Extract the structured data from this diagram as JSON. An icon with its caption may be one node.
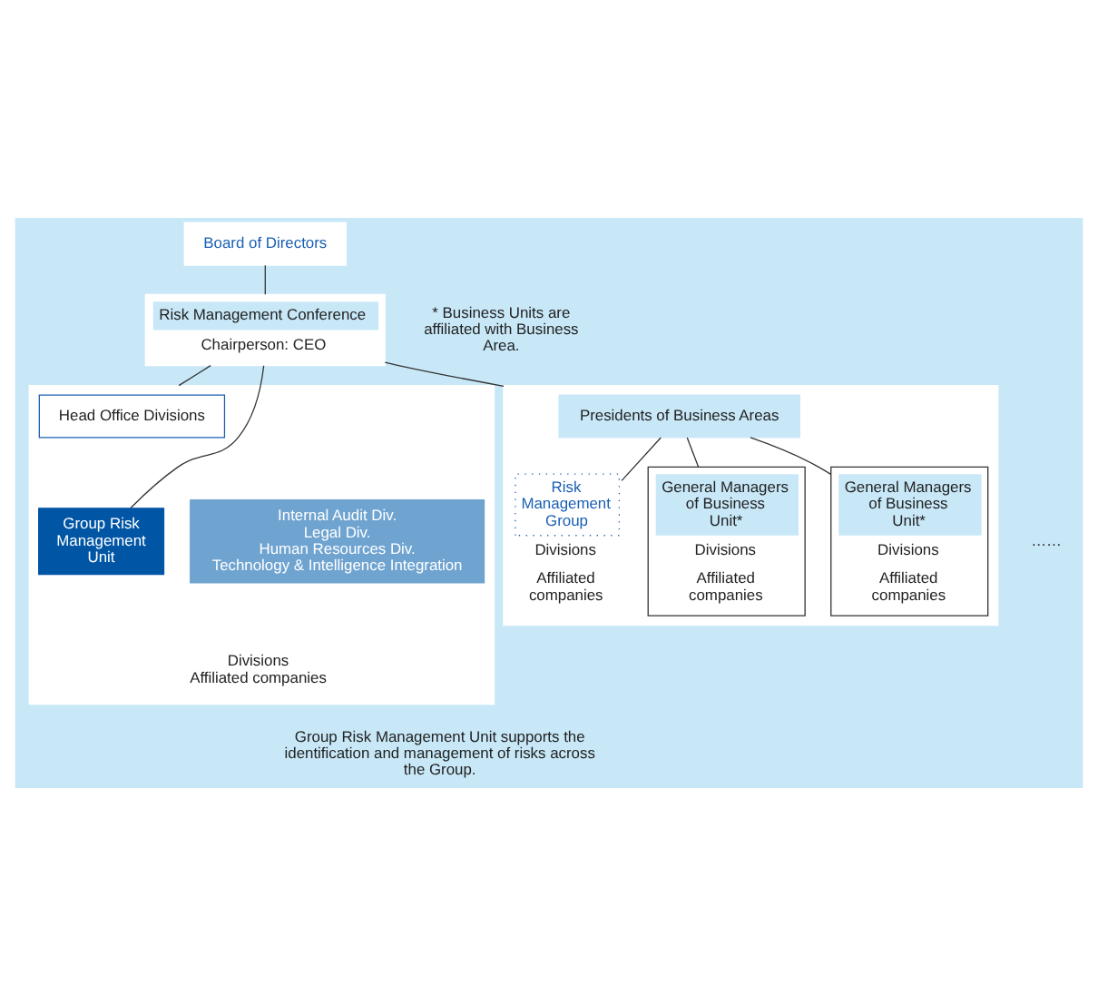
{
  "diagram": {
    "nodes": [
      {
        "text": [
          "Board of Directors"
        ]
      },
      {
        "text": [
          "Risk Management Conference",
          "Chairperson: CEO"
        ]
      },
      {
        "text": [],
        "shape": "box"
      },
      {
        "text": [
          "Head Office Divisions"
        ],
        "in": 2
      },
      {
        "text": [
          "Group Risk Management Unit"
        ],
        "in": 2
      },
      {
        "text": [
          "Internal Audit Div.",
          "Legal Div.",
          "Human Resources Div.",
          "Technology & Intelligence Integration"
        ],
        "in": 2
      },
      {
        "text": [
          "Divisions",
          "Affiliated companies"
        ],
        "in": 2
      },
      {
        "text": [],
        "shape": "box"
      },
      {
        "text": [
          "Presidents of Business Areas"
        ],
        "in": 7
      },
      {
        "text": [
          "Risk Management Group",
          "Divisions",
          "Affiliated companies"
        ],
        "in": 7
      },
      {
        "text": [
          "General Managers of Business Unit*",
          "Divisions",
          "Affiliated companies"
        ],
        "in": 7
      },
      {
        "text": [
          "General Managers of Business Unit*",
          "Divisions",
          "Affiliated companies"
        ],
        "in": 7
      }
    ],
    "edges": [
      {
        "from": 0,
        "to": 1,
        "arrow": "none"
      },
      {
        "from": 1,
        "to": 2,
        "arrow": "none"
      },
      {
        "from": 1,
        "to": 7,
        "arrow": "none"
      },
      {
        "from": 1,
        "to": 4,
        "arrow": "none"
      },
      {
        "from": 8,
        "to": 9,
        "arrow": "none"
      },
      {
        "from": 8,
        "to": 10,
        "arrow": "none"
      },
      {
        "from": 8,
        "to": 11,
        "arrow": "none"
      }
    ],
    "labels": [
      "* Business Units are affiliated with Business Area.",
      "Group Risk Management Unit supports the identification and management of risks across the Group.",
      "……"
    ]
  }
}
